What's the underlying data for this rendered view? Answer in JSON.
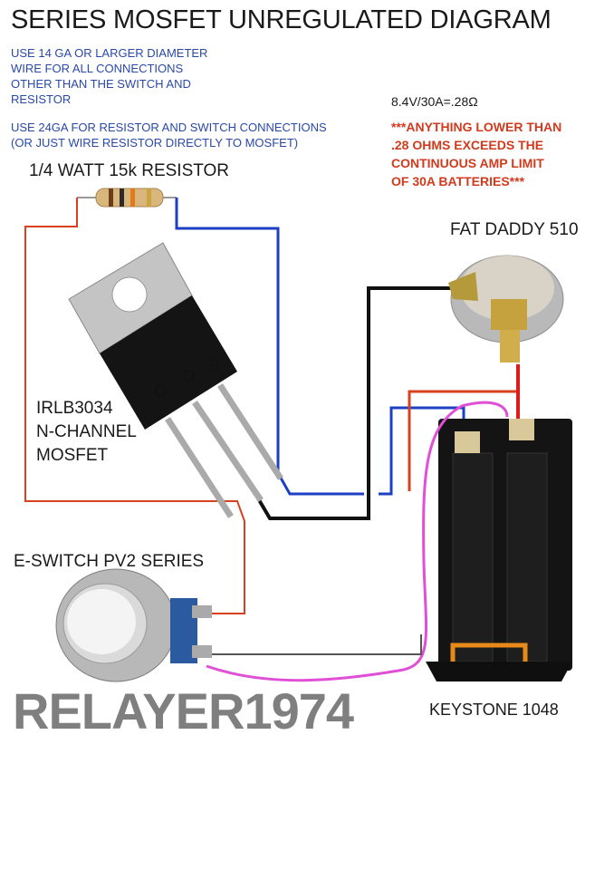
{
  "title": "SERIES MOSFET UNREGULATED DIAGRAM",
  "notes": {
    "wire_gauge": [
      "USE 14 GA OR LARGER DIAMETER",
      "WIRE FOR ALL CONNECTIONS",
      "OTHER THAN THE SWITCH AND",
      "RESISTOR"
    ],
    "resistor_gauge": [
      "USE 24GA FOR RESISTOR AND SWITCH CONNECTIONS",
      "(OR JUST WIRE RESISTOR DIRECTLY TO MOSFET)"
    ]
  },
  "calculation": "8.4V/30A=.28Ω",
  "warning": [
    "***ANYTHING LOWER THAN",
    ".28 OHMS EXCEEDS THE",
    "CONTINUOUS AMP LIMIT",
    "OF 30A BATTERIES***"
  ],
  "components": {
    "resistor": "1/4 WATT 15k RESISTOR",
    "connector": "FAT DADDY 510",
    "mosfet": [
      "IRLB3034",
      "N-CHANNEL",
      "MOSFET"
    ],
    "mosfet_pins": {
      "g": "G",
      "d": "D",
      "s": "S"
    },
    "switch": "E-SWITCH PV2 SERIES",
    "battery_holder": "KEYSTONE 1048"
  },
  "watermark": "RELAYER1974",
  "colors": {
    "wire_red": "#d8401e",
    "wire_blue": "#1d3fc4",
    "wire_black": "#111111",
    "wire_pink": "#e04fd6",
    "wire_orange": "#e88a1a",
    "note_blue": "#2a49a8",
    "warning_red": "#d23a1d"
  }
}
